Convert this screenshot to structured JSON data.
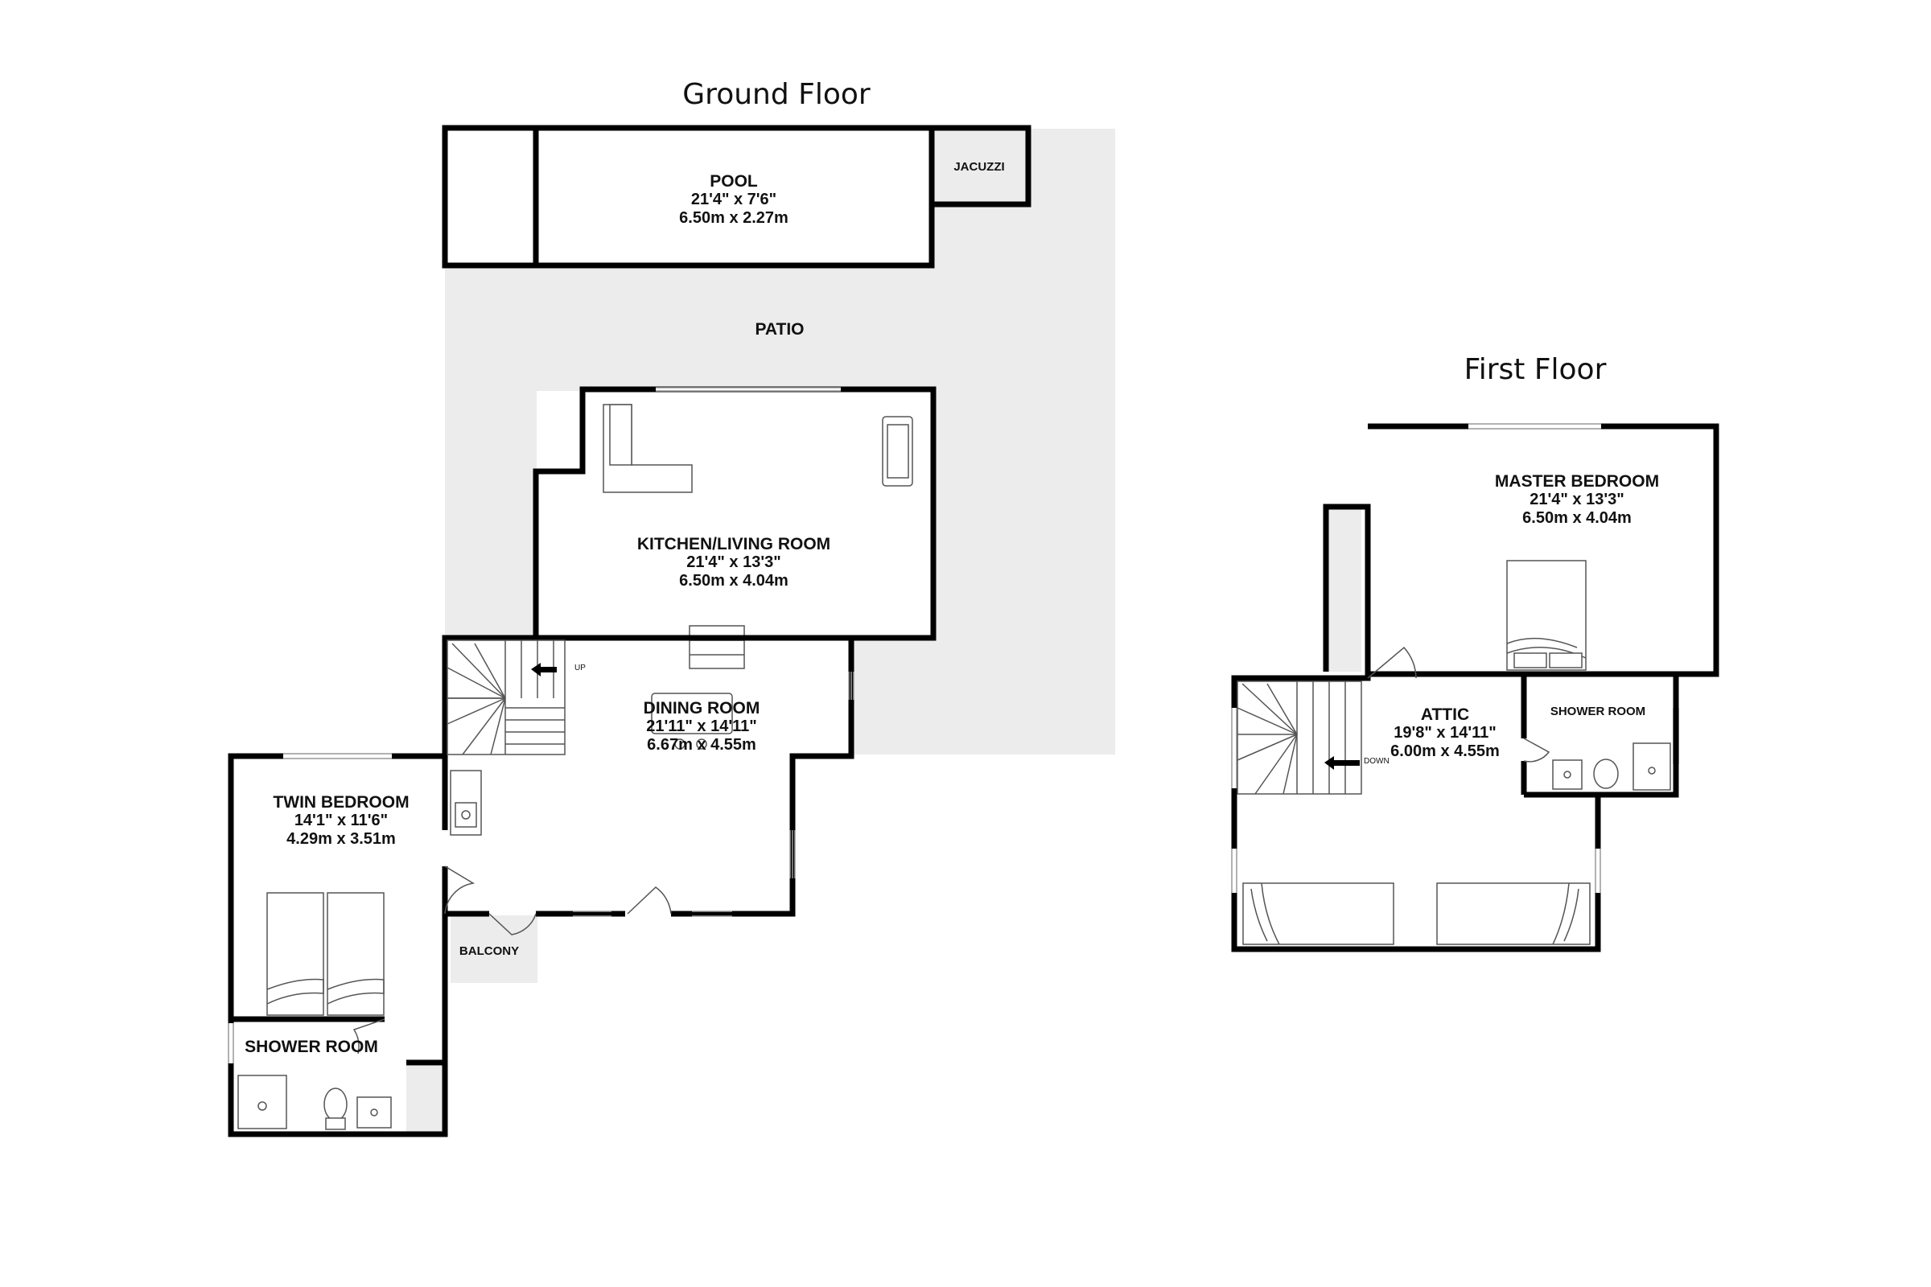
{
  "floors": {
    "ground": {
      "title": "Ground Floor"
    },
    "first": {
      "title": "First Floor"
    }
  },
  "rooms": {
    "pool": {
      "name": "POOL",
      "imperial": "21'4\"  x 7'6\"",
      "metric": "6.50m  x 2.27m"
    },
    "jacuzzi": {
      "name": "JACUZZI"
    },
    "patio": {
      "name": "PATIO"
    },
    "kitchen": {
      "name": "KITCHEN/LIVING ROOM",
      "imperial": "21'4\"  x 13'3\"",
      "metric": "6.50m  x 4.04m"
    },
    "dining": {
      "name": "DINING ROOM",
      "imperial": "21'11\"  x 14'11\"",
      "metric": "6.67m  x 4.55m"
    },
    "twin": {
      "name": "TWIN BEDROOM",
      "imperial": "14'1\"  x 11'6\"",
      "metric": "4.29m  x 3.51m"
    },
    "shower_ground": {
      "name": "SHOWER ROOM"
    },
    "balcony": {
      "name": "BALCONY"
    },
    "master": {
      "name": "MASTER BEDROOM",
      "imperial": "21'4\"  x 13'3\"",
      "metric": "6.50m  x 4.04m"
    },
    "attic": {
      "name": "ATTIC",
      "imperial": "19'8\"  x 14'11\"",
      "metric": "6.00m  x 4.55m"
    },
    "shower_first": {
      "name": "SHOWER ROOM"
    }
  },
  "stairs": {
    "up_label": "UP",
    "down_label": "DOWN"
  }
}
